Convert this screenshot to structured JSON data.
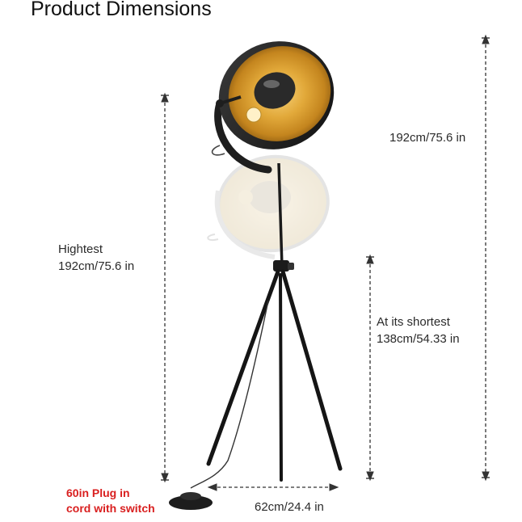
{
  "title": "Product Dimensions",
  "labels": {
    "top_right": "192cm/75.6 in",
    "highest_heading": "Hightest",
    "highest_value": "192cm/75.6 in",
    "shortest_heading": "At its shortest",
    "shortest_value": "138cm/54.33 in",
    "width": "62cm/24.4 in",
    "plug_line1": "60in Plug in",
    "plug_line2": "cord with switch"
  },
  "colors": {
    "accent_red": "#d91f1f",
    "shade_gold": "#d9a02c",
    "lamp_black": "#1b1b1b",
    "dimension_line": "#333333"
  },
  "product": {
    "name_icon": "floor-lamp-illustration"
  }
}
